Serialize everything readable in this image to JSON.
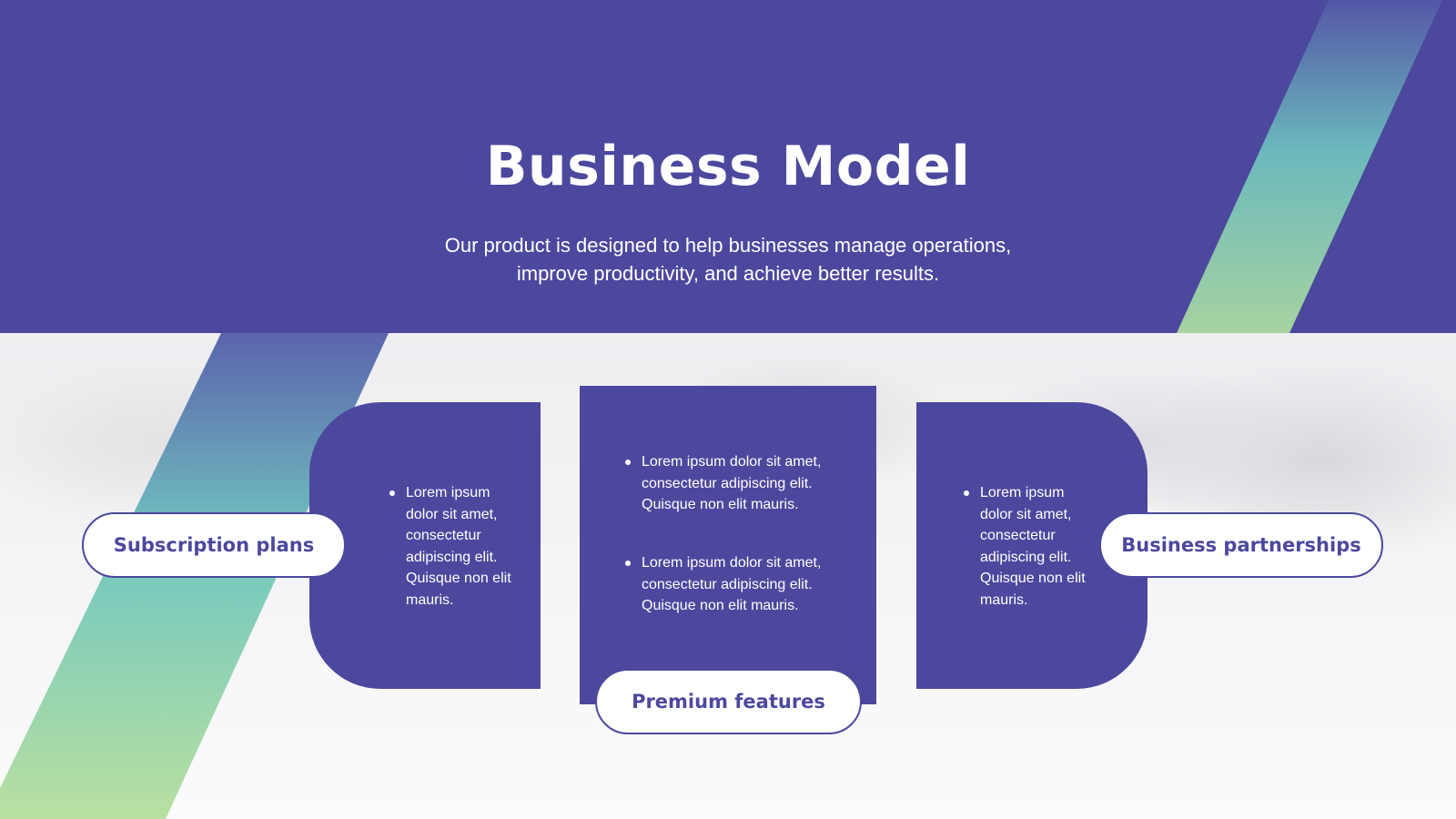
{
  "slide": {
    "title": "Business Model",
    "subtitle_line1": "Our product is designed to help businesses manage operations,",
    "subtitle_line2": "improve productivity, and achieve better results."
  },
  "colors": {
    "primary": "#4c489d",
    "accent_teal": "#6fc8bd",
    "accent_green": "#b6dfa0",
    "white": "#ffffff"
  },
  "cards": {
    "left": {
      "label": "Subscription plans",
      "bullets": [
        "Lorem ipsum dolor sit amet, consectetur adipiscing elit. Quisque non elit mauris."
      ]
    },
    "center": {
      "label": "Premium features",
      "bullets": [
        "Lorem ipsum dolor sit amet, consectetur adipiscing elit. Quisque non elit mauris.",
        "Lorem ipsum dolor sit amet, consectetur adipiscing elit. Quisque non elit mauris."
      ]
    },
    "right": {
      "label": "Business partnerships",
      "bullets": [
        "Lorem ipsum dolor sit amet, consectetur adipiscing elit. Quisque non elit mauris."
      ]
    }
  }
}
